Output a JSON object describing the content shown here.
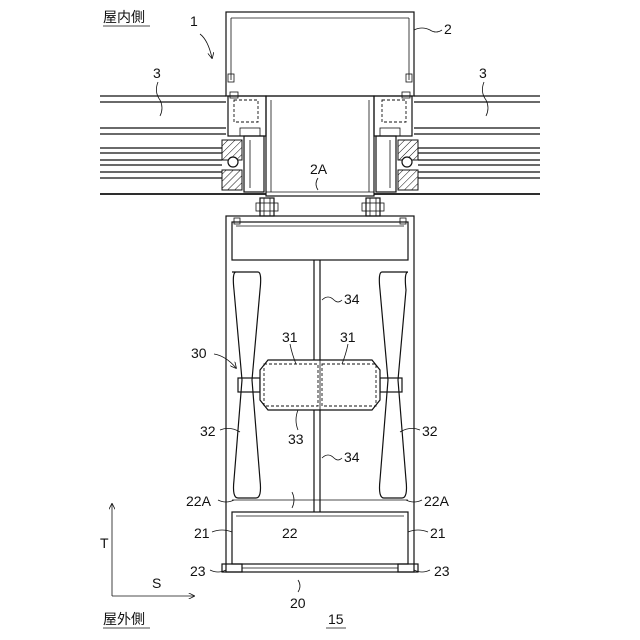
{
  "labels": {
    "indoor": "屋内側",
    "outdoor": "屋外側",
    "fig_no": "15",
    "r1": "1",
    "r2": "2",
    "r2A": "2A",
    "r3_left": "3",
    "r3_right": "3",
    "r20": "20",
    "r21_left": "21",
    "r21_right": "21",
    "r22": "22",
    "r22A_left": "22A",
    "r22A_right": "22A",
    "r23_left": "23",
    "r23_right": "23",
    "r30": "30",
    "r31_left": "31",
    "r31_right": "31",
    "r32_left": "32",
    "r32_right": "32",
    "r33": "33",
    "r34_top": "34",
    "r34_bottom": "34",
    "axis_T": "T",
    "axis_S": "S"
  }
}
